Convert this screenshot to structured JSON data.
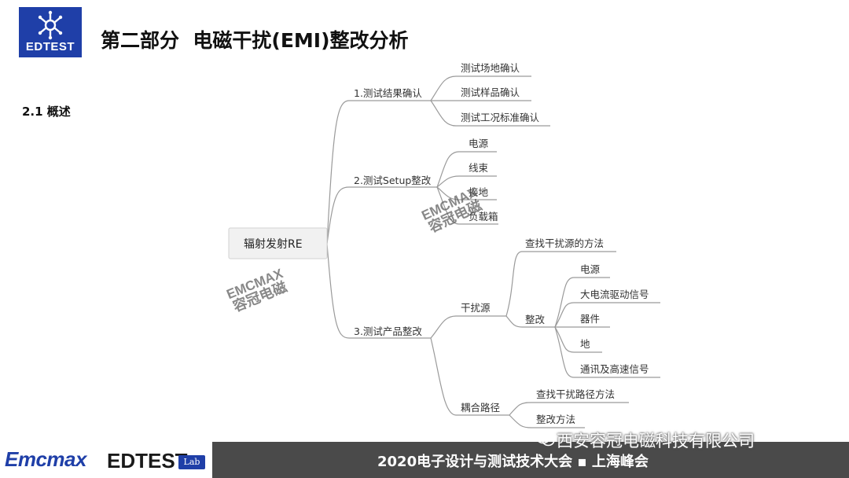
{
  "header": {
    "logo_text": "EDTEST",
    "title": "第二部分  电磁干扰(EMI)整改分析",
    "section": "2.1 概述"
  },
  "mindmap": {
    "root": "辐射发射RE",
    "branches": [
      {
        "label": "1.测试结果确认",
        "children": [
          "测试场地确认",
          "测试样品确认",
          "测试工况标准确认"
        ]
      },
      {
        "label": "2.测试Setup整改",
        "children": [
          "电源",
          "线束",
          "接地",
          "负载箱"
        ]
      },
      {
        "label": "3.测试产品整改",
        "children": [
          {
            "label": "干扰源",
            "children": [
              {
                "label": "查找干扰源的方法"
              },
              {
                "label": "整改",
                "children": [
                  "电源",
                  "大电流驱动信号",
                  "器件",
                  "地",
                  "通讯及高速信号"
                ]
              }
            ]
          },
          {
            "label": "耦合路径",
            "children": [
              "查找干扰路径方法",
              "整改方法"
            ]
          }
        ]
      }
    ]
  },
  "watermarks": [
    {
      "en": "EMCMAX",
      "cn": "容冠电磁"
    },
    {
      "en": "EMCMAX",
      "cn": "容冠电磁"
    }
  ],
  "footer": {
    "brand1": "Emcmax",
    "brand2": "EDTEST",
    "brand2_badge": "Lab",
    "conference": "2020电子设计与测试技术大会 ▪ 上海峰会",
    "company": "西安容冠电磁科技有限公司"
  },
  "colors": {
    "brand_blue": "#1f3fa8",
    "footer_bg": "#4a4a4a",
    "line": "#9a9a9a"
  }
}
